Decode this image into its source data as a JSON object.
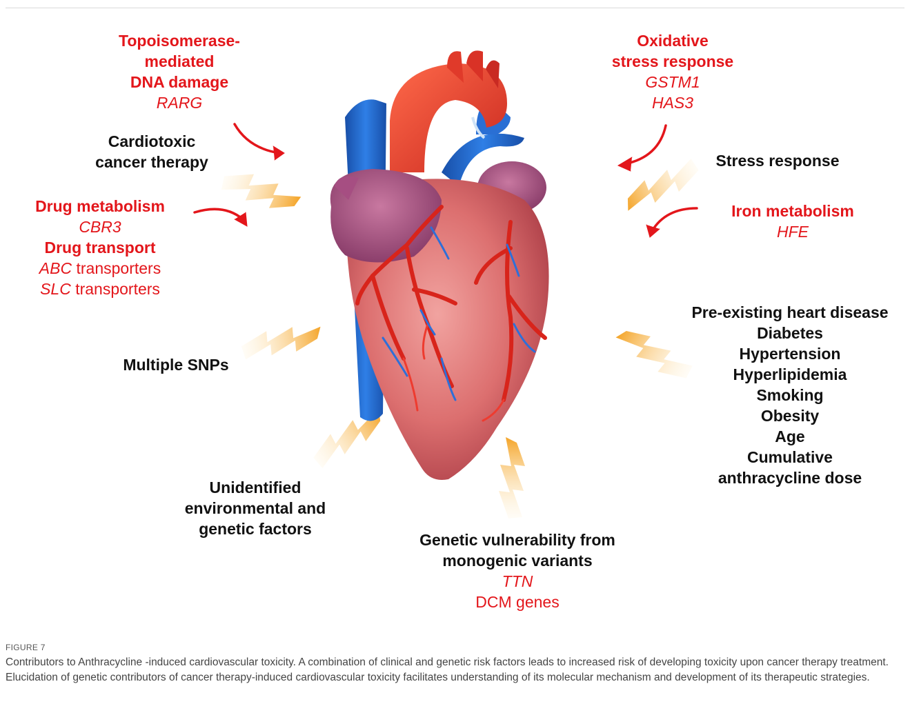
{
  "labels": {
    "topo": {
      "l1": "Topoisomerase-",
      "l2": "mediated",
      "l3": "DNA damage",
      "gene": "RARG"
    },
    "cardiotoxic": {
      "l1": "Cardiotoxic",
      "l2": "cancer therapy"
    },
    "drug_metabolism": {
      "title": "Drug metabolism",
      "gene": "CBR3"
    },
    "drug_transport": {
      "title": "Drug transport",
      "abc": "ABC",
      "abc_rest": " transporters",
      "slc": "SLC",
      "slc_rest": " transporters"
    },
    "snps": "Multiple SNPs",
    "unidentified": {
      "l1": "Unidentified",
      "l2": "environmental and",
      "l3": "genetic factors"
    },
    "genetic_vuln": {
      "l1": "Genetic vulnerability from",
      "l2": "monogenic variants",
      "gene": "TTN",
      "l4": "DCM genes"
    },
    "oxidative": {
      "l1": "Oxidative",
      "l2": "stress response",
      "g1": "GSTM1",
      "g2": "HAS3"
    },
    "stress": "Stress response",
    "iron": {
      "title": "Iron metabolism",
      "gene": "HFE"
    },
    "risk_factors": [
      "Pre-existing heart disease",
      "Diabetes",
      "Hypertension",
      "Hyperlipidemia",
      "Smoking",
      "Obesity",
      "Age",
      "Cumulative",
      "anthracycline dose"
    ]
  },
  "figure_label": "FIGURE 7",
  "caption": "Contributors to Anthracycline -induced cardiovascular toxicity. A combination of clinical and genetic risk factors leads to increased risk of developing toxicity upon cancer therapy treatment. Elucidation of genetic contributors of cancer therapy-induced cardiovascular toxicity facilitates understanding of its molecular mechanism and development of its therapeutic strategies.",
  "colors": {
    "red_text": "#e3161b",
    "black_text": "#111111",
    "arrow_orange": "#f4a428",
    "heart_red": "#d9545a",
    "vessel_blue": "#1f63c9"
  }
}
